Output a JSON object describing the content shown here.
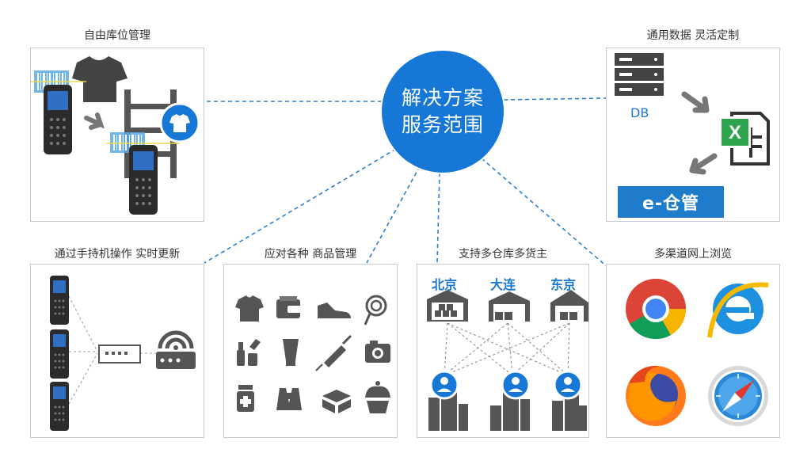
{
  "hub": {
    "line1": "解决方案",
    "line2": "服务范围"
  },
  "panels": {
    "storage": {
      "title": "自由库位管理"
    },
    "data": {
      "title": "通用数据  灵活定制",
      "db_label": "DB",
      "brand_label": "e-仓管"
    },
    "handheld": {
      "title": "通过手持机操作  实时更新"
    },
    "goods": {
      "title": "应对各种 商品管理"
    },
    "warehouse": {
      "title": "支持多仓库多货主",
      "cities": [
        "北京",
        "大连",
        "东京"
      ]
    },
    "browser": {
      "title": "多渠道网上浏览"
    }
  },
  "colors": {
    "accent": "#1777d6",
    "icon_gray": "#555555",
    "border": "#c9c9c9",
    "link": "#2a7fd4"
  },
  "icons": {
    "goods": [
      "tshirt-icon",
      "wallet-icon",
      "sneaker-icon",
      "lollipop-icon",
      "cosmetics-icon",
      "tube-icon",
      "syringe-icon",
      "camera-icon",
      "medicine-bottle-icon",
      "binoculars-icon",
      "box-icon",
      "cupcake-icon"
    ],
    "browsers": [
      "chrome-icon",
      "internet-explorer-icon",
      "firefox-icon",
      "safari-icon"
    ]
  }
}
